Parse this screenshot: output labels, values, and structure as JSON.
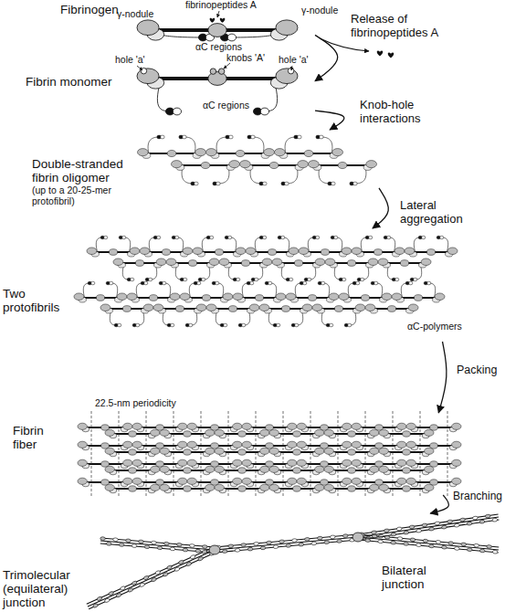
{
  "diagram": {
    "nodes": [
      {
        "text": [
          "Fibrinogen"
        ]
      },
      {
        "text": [
          "Fibrin monomer"
        ]
      },
      {
        "text": [
          "Double-stranded fibrin oligomer",
          "(up to a 20-25-mer protofibril)"
        ]
      },
      {
        "text": [
          "Two protofibrils"
        ]
      },
      {
        "text": [
          "Fibrin fiber"
        ]
      },
      {
        "text": [
          "Trimolecular (equilateral) junction",
          "Bilateral junction"
        ]
      }
    ],
    "edges": [
      {
        "from": 0,
        "to": 1,
        "label": "Release of fibrinopeptides A",
        "arrow": "to"
      },
      {
        "from": 1,
        "to": 2,
        "label": "Knob-hole interactions",
        "arrow": "to"
      },
      {
        "from": 2,
        "to": 3,
        "label": "Lateral aggregation",
        "arrow": "to"
      },
      {
        "from": 3,
        "to": 4,
        "label": "Packing",
        "arrow": "to"
      },
      {
        "from": 4,
        "to": 5,
        "label": "Branching",
        "arrow": "to"
      }
    ],
    "labels": [
      "fibrinopeptides A",
      "γ-nodule",
      "γ-nodule",
      "αC regions",
      "hole 'a'",
      "knobs 'A'",
      "hole 'a'",
      "αC regions",
      "αC-polymers",
      "22.5-nm periodicity"
    ]
  }
}
